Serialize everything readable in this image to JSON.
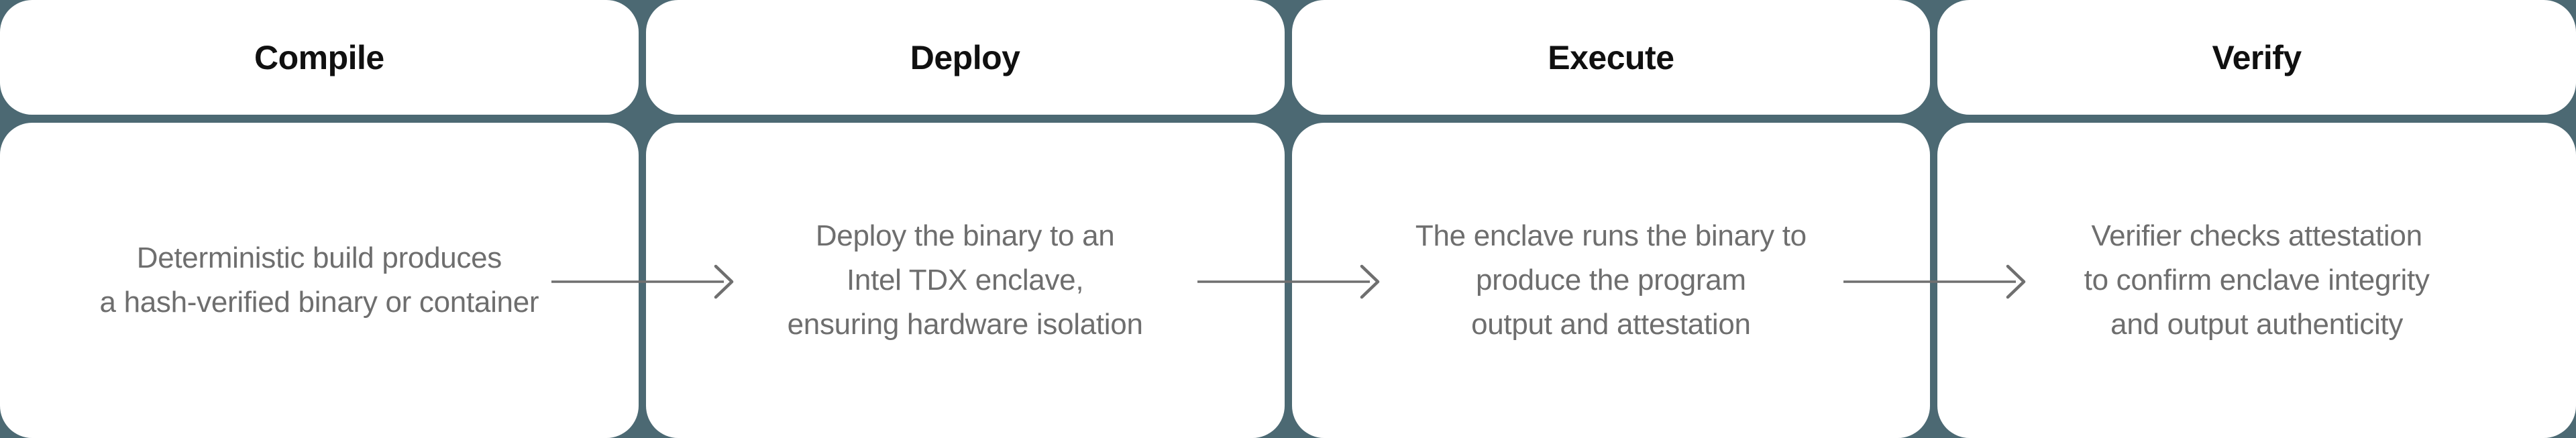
{
  "colors": {
    "background": "#4C6973",
    "card": "#FFFFFF",
    "heading": "#101010",
    "body_text": "#6E6E6E",
    "arrow": "#6F6F6F"
  },
  "steps": [
    {
      "title": "Compile",
      "description": [
        "Deterministic build produces",
        "a hash-verified binary or container"
      ]
    },
    {
      "title": "Deploy",
      "description": [
        "Deploy the binary to an",
        "Intel TDX enclave,",
        "ensuring hardware isolation"
      ]
    },
    {
      "title": "Execute",
      "description": [
        "The enclave runs the binary to",
        "produce the program",
        "output and attestation"
      ]
    },
    {
      "title": "Verify",
      "description": [
        "Verifier checks attestation",
        "to confirm enclave integrity",
        "and output authenticity"
      ]
    }
  ]
}
